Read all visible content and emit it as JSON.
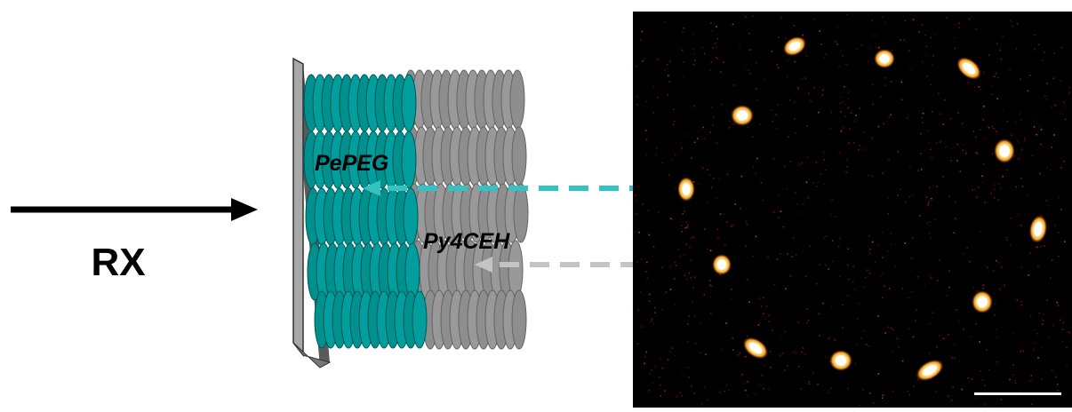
{
  "beam_label": "RX",
  "layer_top_label": "PePEG",
  "layer_bottom_label": "Py4CEH",
  "colors": {
    "pepeg_layer": "#00908e",
    "py4ceh_layer": "#8e8e8e",
    "arrow_cyan": "#33c3c3",
    "arrow_grey": "#c4c4c4",
    "substrate": "#9a9a9a",
    "pattern_background": "#000000",
    "spot": "#fff2b0"
  },
  "icons": {
    "beam_arrow": "right-arrow-icon",
    "scale_bar": "scale-bar"
  }
}
